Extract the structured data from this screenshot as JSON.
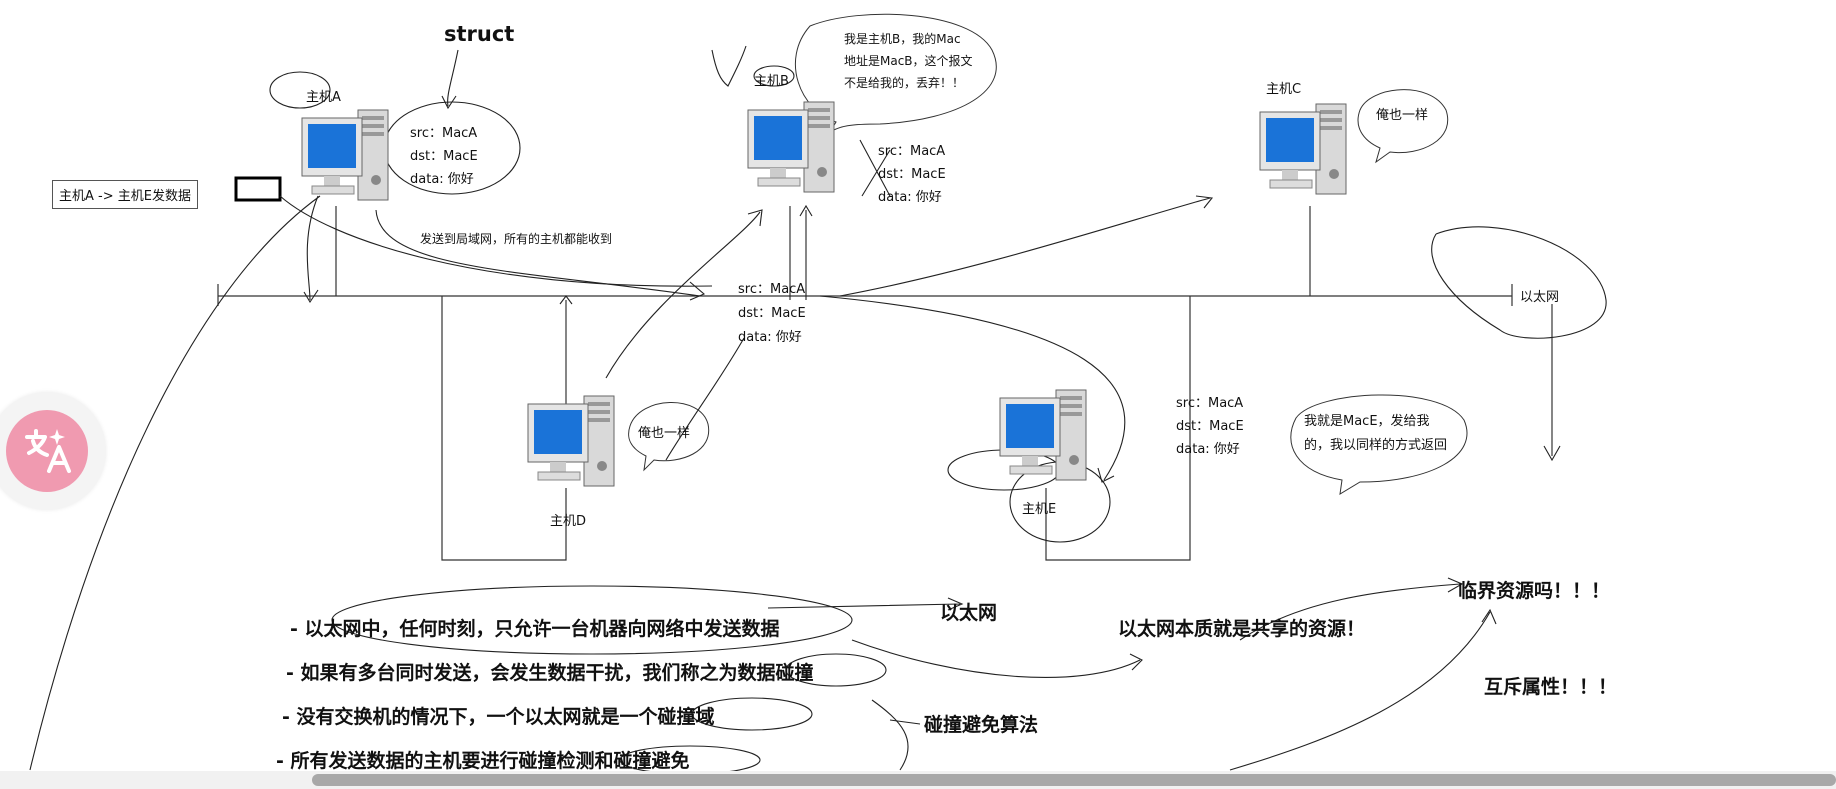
{
  "hosts": {
    "a": {
      "label": "主机A"
    },
    "b": {
      "label": "主机B"
    },
    "c": {
      "label": "主机C"
    },
    "d": {
      "label": "主机D"
    },
    "e": {
      "label": "主机E"
    }
  },
  "note_send": "主机A -> 主机E发数据",
  "struct_label": "struct",
  "frame_a": {
    "src": "src：MacA",
    "dst": "dst：MacE",
    "data": "data: 你好"
  },
  "frame_b": {
    "src": "src：MacA",
    "dst": "dst：MacE",
    "data": "data: 你好"
  },
  "frame_mid": {
    "src": "src：MacA",
    "dst": "dst：MacE",
    "data": "data: 你好"
  },
  "frame_e": {
    "src": "src：MacA",
    "dst": "dst：MacE",
    "data": "data: 你好"
  },
  "send_label": "发送到局域网，所有的主机都能收到",
  "bubble_b": [
    "我是主机B，我的Mac",
    "地址是MacB，这个报文",
    "不是给我的，丢弃！！"
  ],
  "bubble_c": "俺也一样",
  "bubble_d": "俺也一样",
  "bubble_e": [
    "我就是MacE，发给我",
    "的，我以同样的方式返回"
  ],
  "ethernet_label": "以太网",
  "bullets": [
    "- 以太网中，任何时刻，只允许一台机器向网络中发送数据",
    "- 如果有多台同时发送，会发生数据干扰，我们称之为数据碰撞",
    "- 没有交换机的情况下，一个以太网就是一个碰撞域",
    "- 所有发送数据的主机要进行碰撞检测和碰撞避免"
  ],
  "ann_ethernet": "以太网",
  "ann_shared": "以太网本质就是共享的资源！",
  "ann_critical": "临界资源吗！！！",
  "ann_mutex": "互斥属性！！！",
  "ann_algo": "碰撞避免算法",
  "colors": {
    "accent": "#f09ab0",
    "screen": "#1a73d8"
  }
}
